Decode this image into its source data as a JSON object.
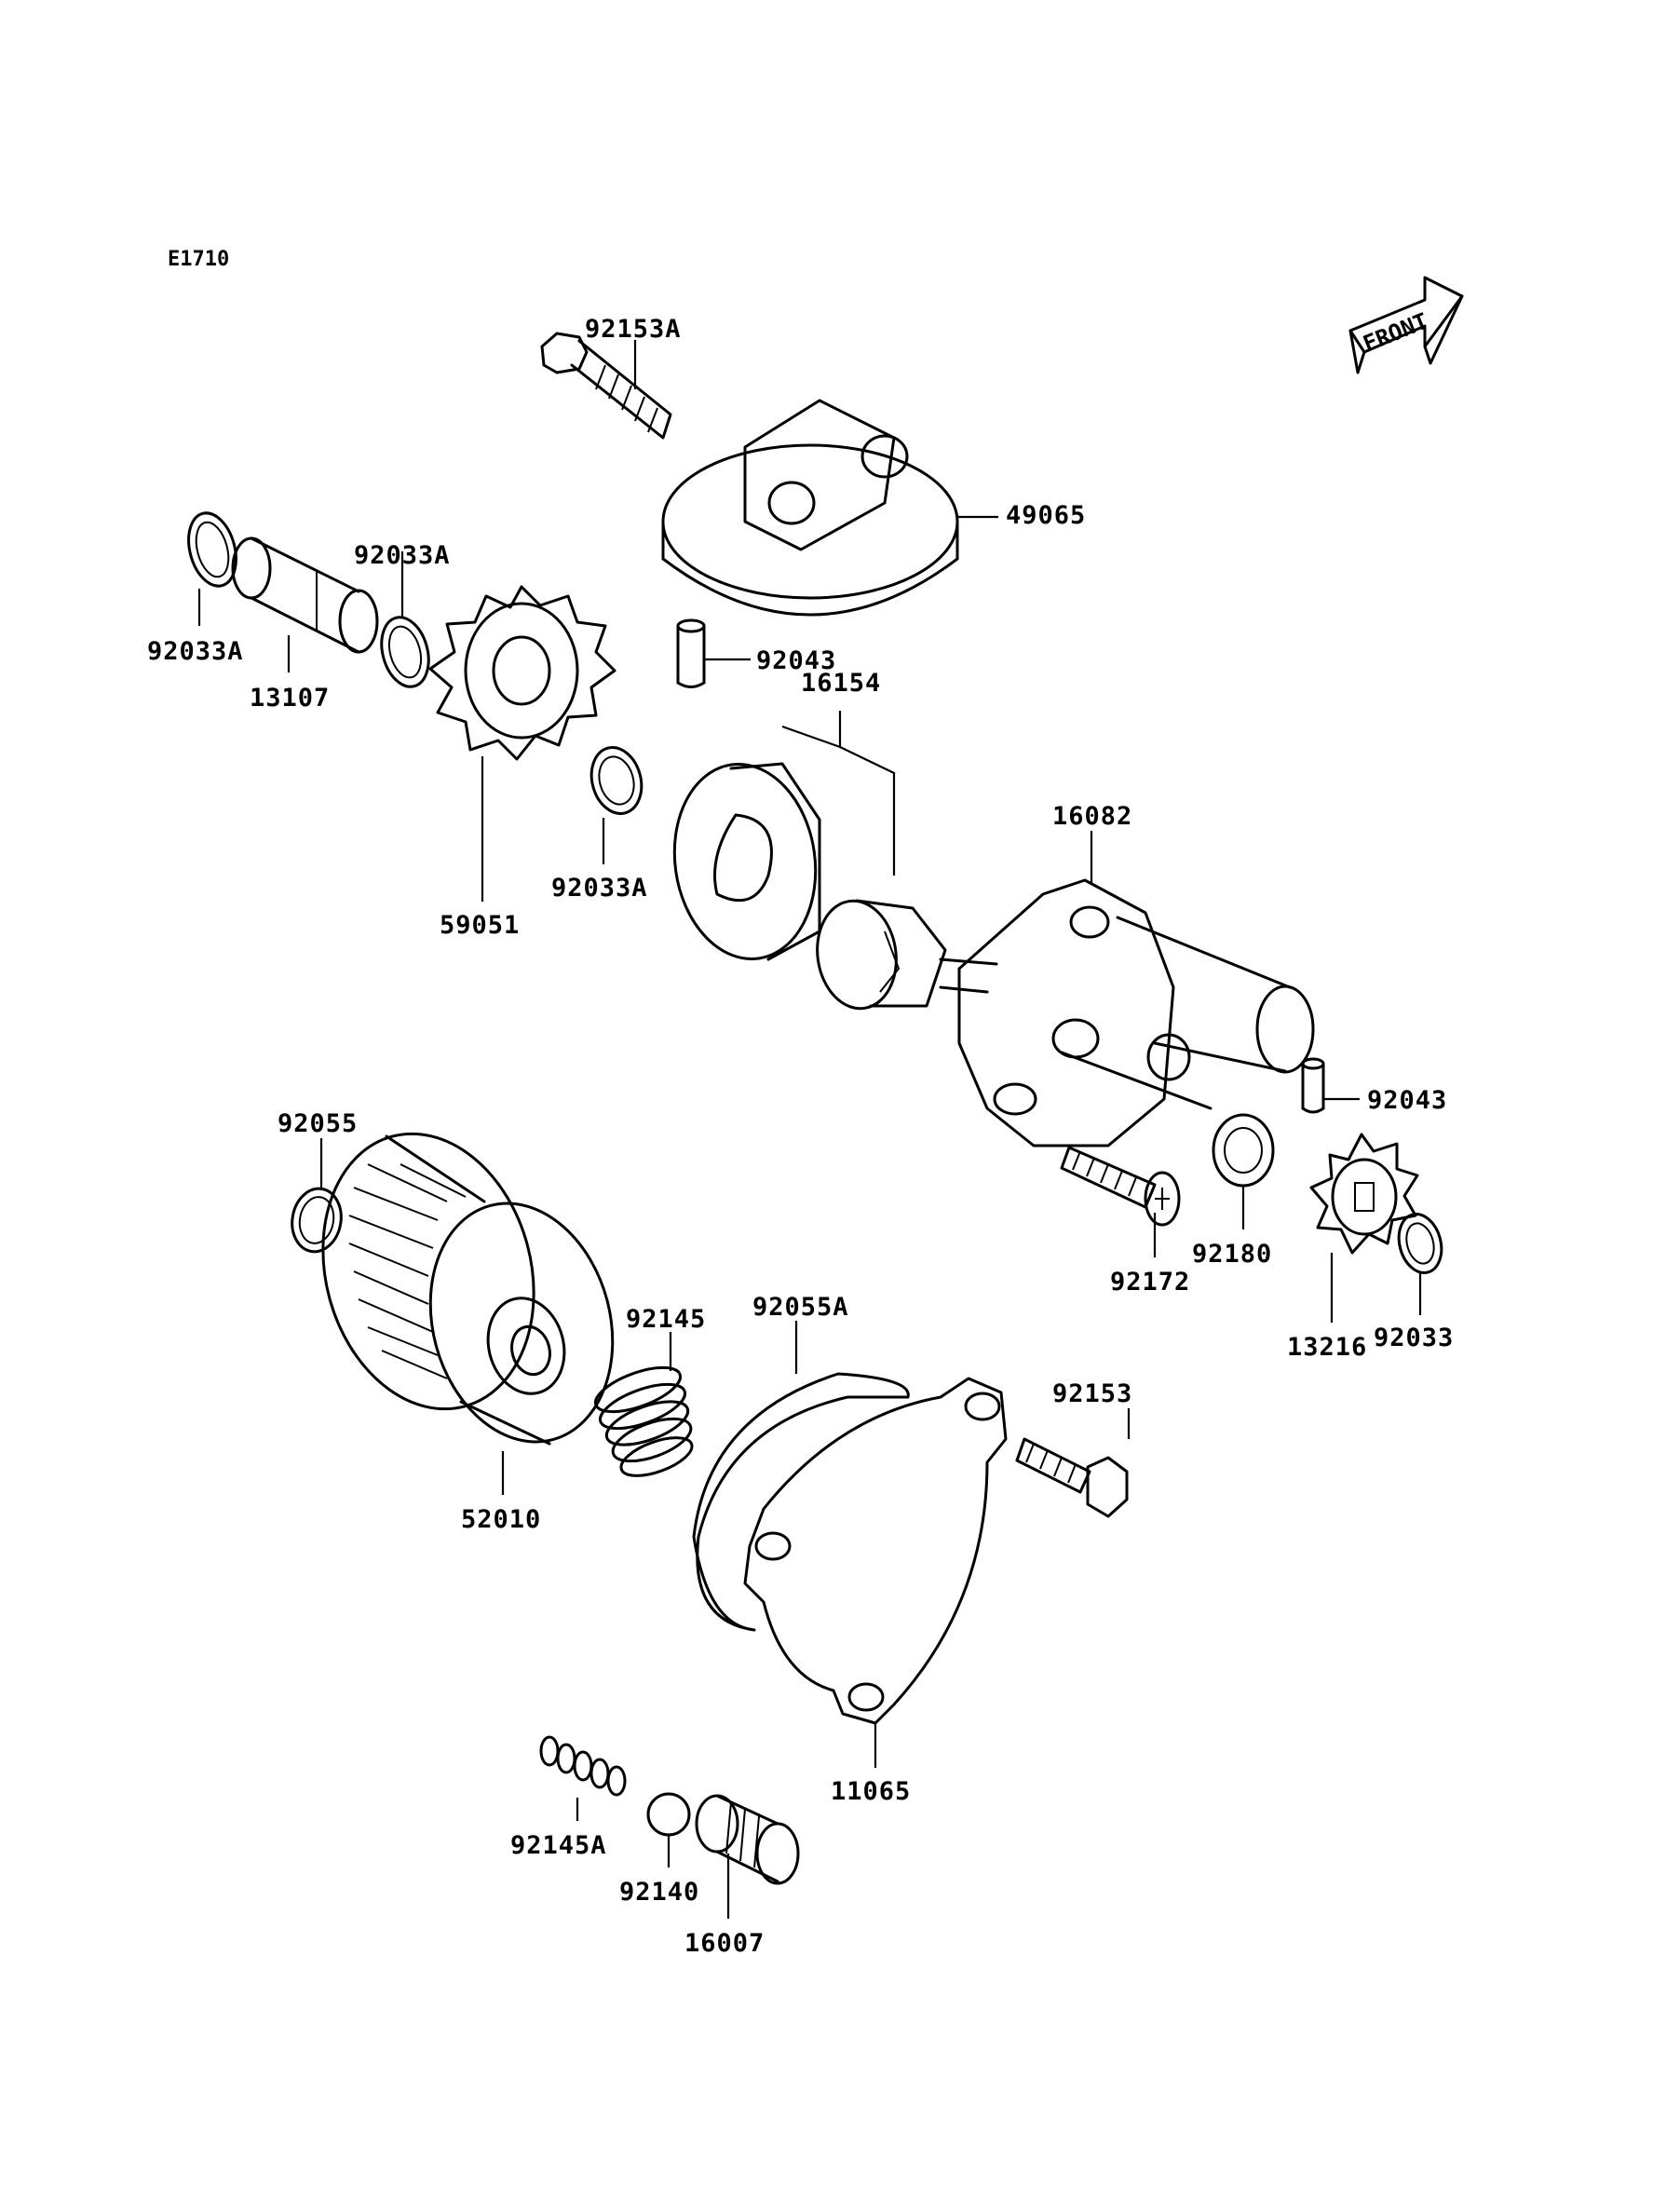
{
  "diagram": {
    "ref_code": "E1710",
    "front_label": "FRONT",
    "parts": [
      {
        "id": "p_92153A",
        "number": "92153A"
      },
      {
        "id": "p_49065",
        "number": "49065"
      },
      {
        "id": "p_92033A_a",
        "number": "92033A"
      },
      {
        "id": "p_13107",
        "number": "13107"
      },
      {
        "id": "p_92033A_b",
        "number": "92033A"
      },
      {
        "id": "p_92043_a",
        "number": "92043"
      },
      {
        "id": "p_16154",
        "number": "16154"
      },
      {
        "id": "p_92033A_c",
        "number": "92033A"
      },
      {
        "id": "p_59051",
        "number": "59051"
      },
      {
        "id": "p_16082",
        "number": "16082"
      },
      {
        "id": "p_92043_b",
        "number": "92043"
      },
      {
        "id": "p_92055",
        "number": "92055"
      },
      {
        "id": "p_92180",
        "number": "92180"
      },
      {
        "id": "p_92172",
        "number": "92172"
      },
      {
        "id": "p_13216",
        "number": "13216"
      },
      {
        "id": "p_92033",
        "number": "92033"
      },
      {
        "id": "p_92145",
        "number": "92145"
      },
      {
        "id": "p_92055A",
        "number": "92055A"
      },
      {
        "id": "p_92153",
        "number": "92153"
      },
      {
        "id": "p_52010",
        "number": "52010"
      },
      {
        "id": "p_11065",
        "number": "11065"
      },
      {
        "id": "p_92145A",
        "number": "92145A"
      },
      {
        "id": "p_92140",
        "number": "92140"
      },
      {
        "id": "p_16007",
        "number": "16007"
      }
    ]
  }
}
